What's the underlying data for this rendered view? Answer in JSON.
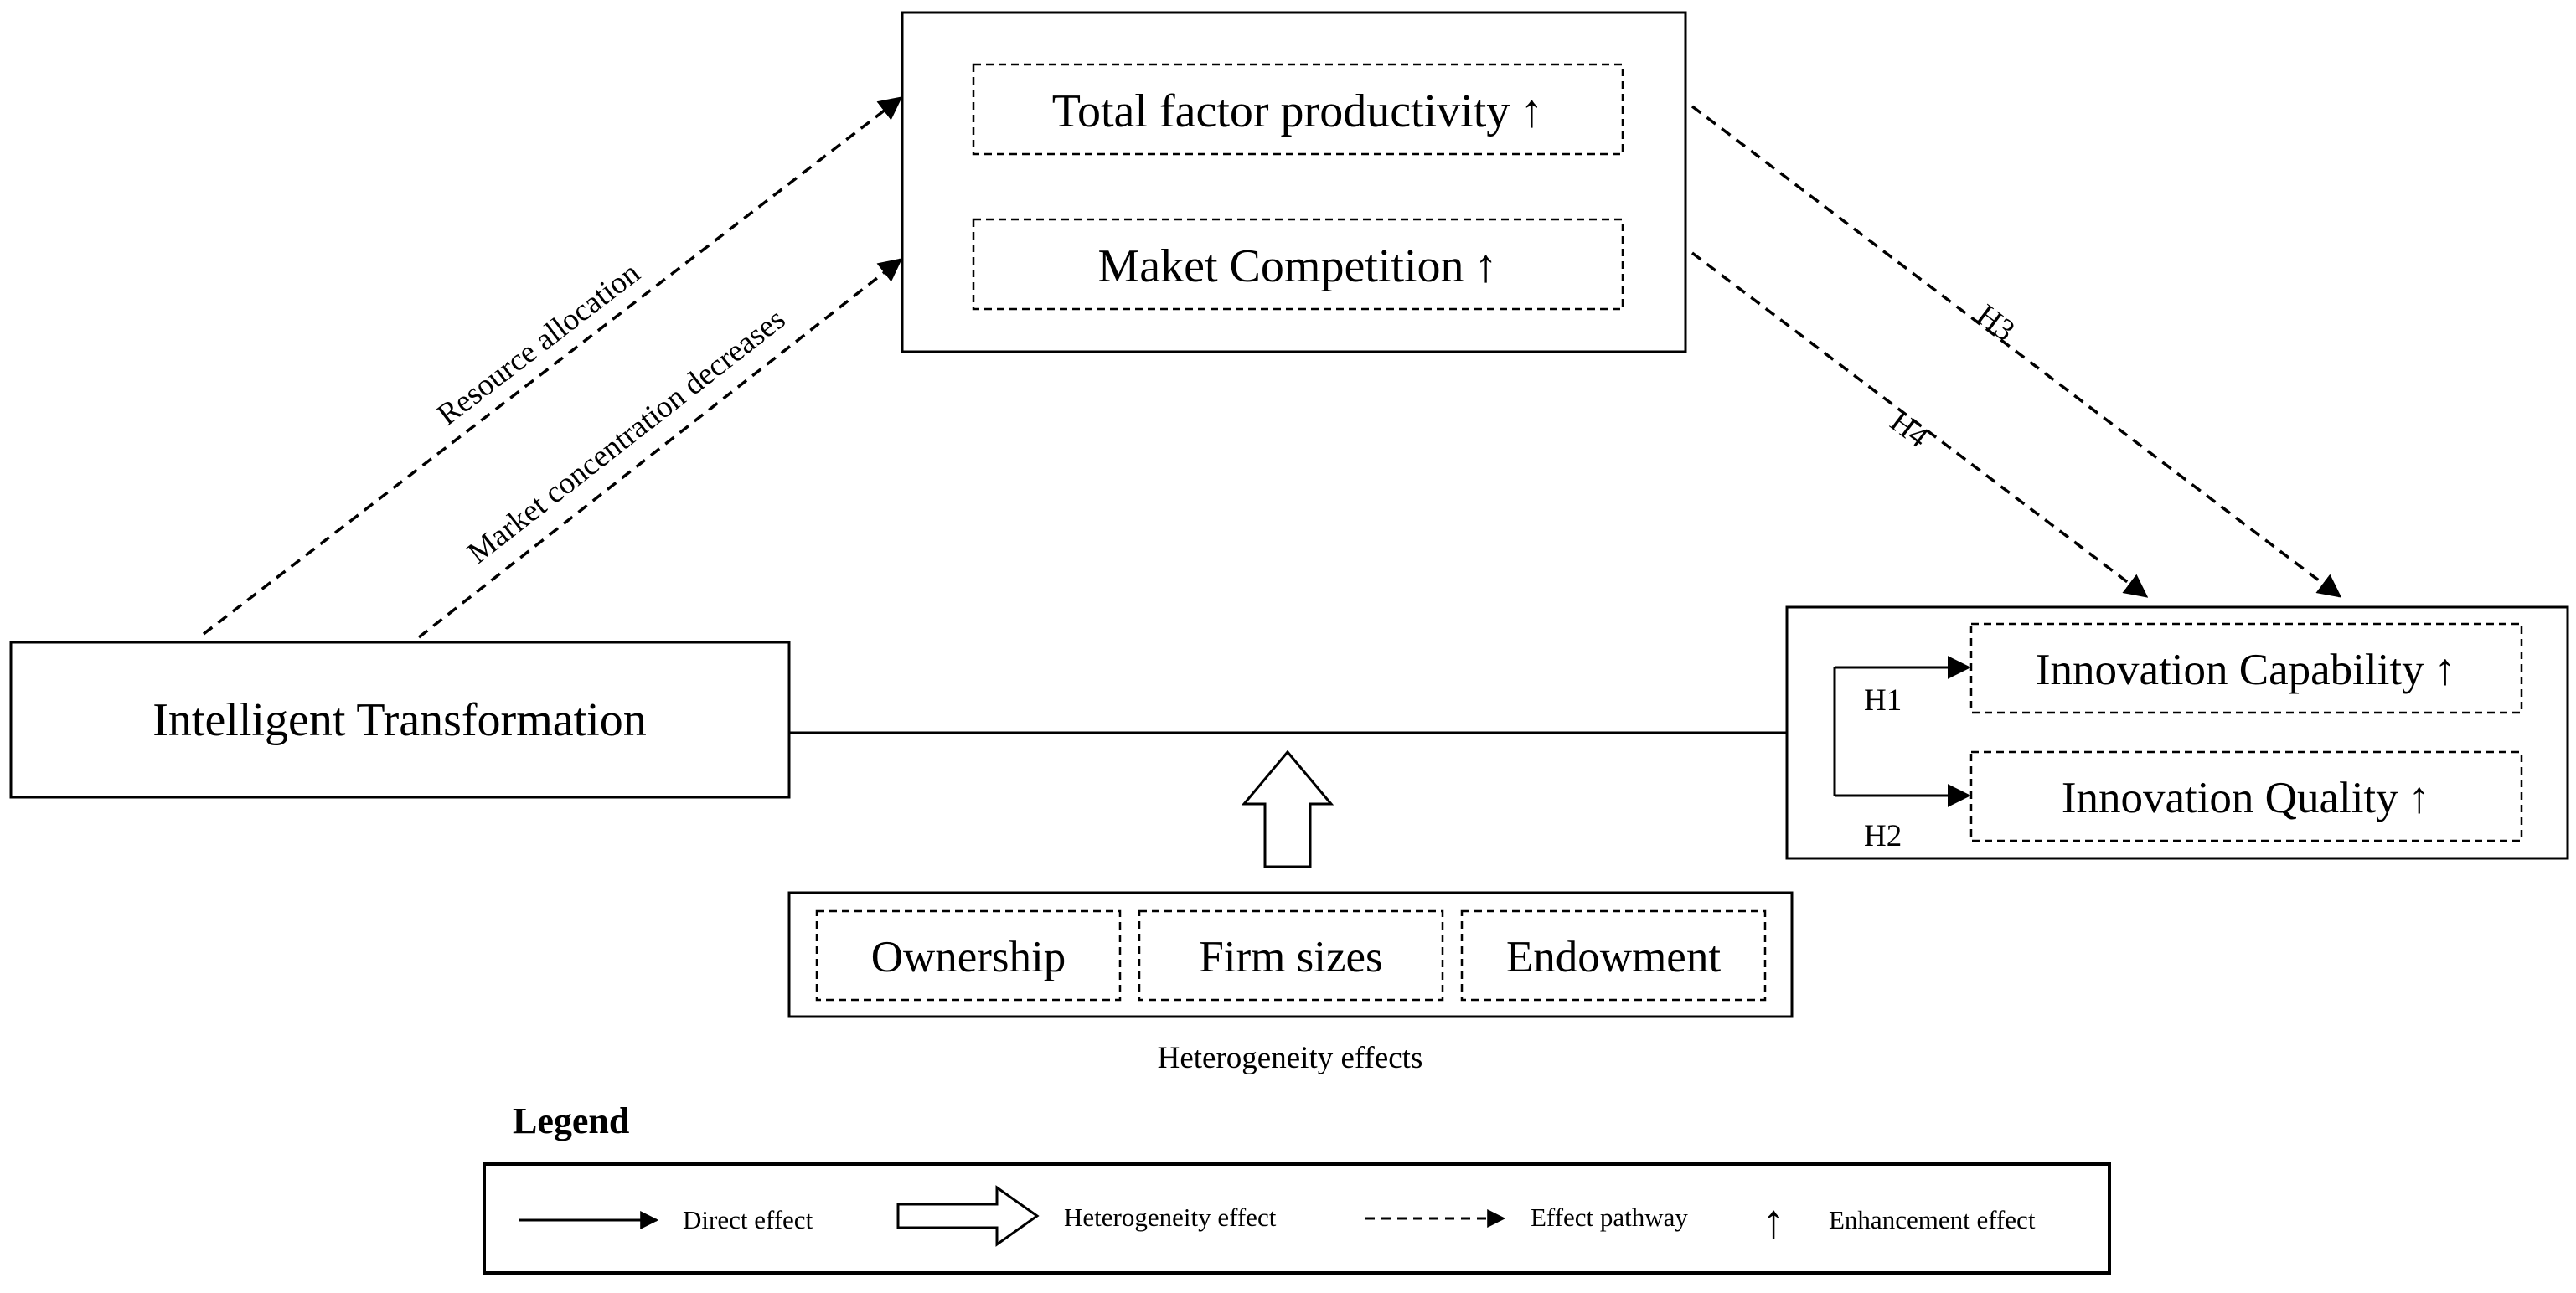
{
  "diagram": {
    "mediators": {
      "tfp": "Total factor productivity",
      "competition": "Maket Competition"
    },
    "source": "Intelligent Transformation",
    "outcomes": {
      "capability": "Innovation Capability",
      "quality": "Innovation Quality"
    },
    "heterogeneity": {
      "items": [
        "Ownership",
        "Firm sizes",
        "Endowment"
      ],
      "caption": "Heterogeneity effects"
    },
    "path_labels": {
      "resource_allocation": "Resource allocation",
      "market_concentration": "Market concentration decreases",
      "h1": "H1",
      "h2": "H2",
      "h3": "H3",
      "h4": "H4"
    },
    "enhancement_symbol": "↑"
  },
  "legend": {
    "title": "Legend",
    "direct": "Direct effect",
    "heterogeneity": "Heterogeneity effect",
    "pathway": "Effect pathway",
    "enhancement": "Enhancement effect"
  }
}
